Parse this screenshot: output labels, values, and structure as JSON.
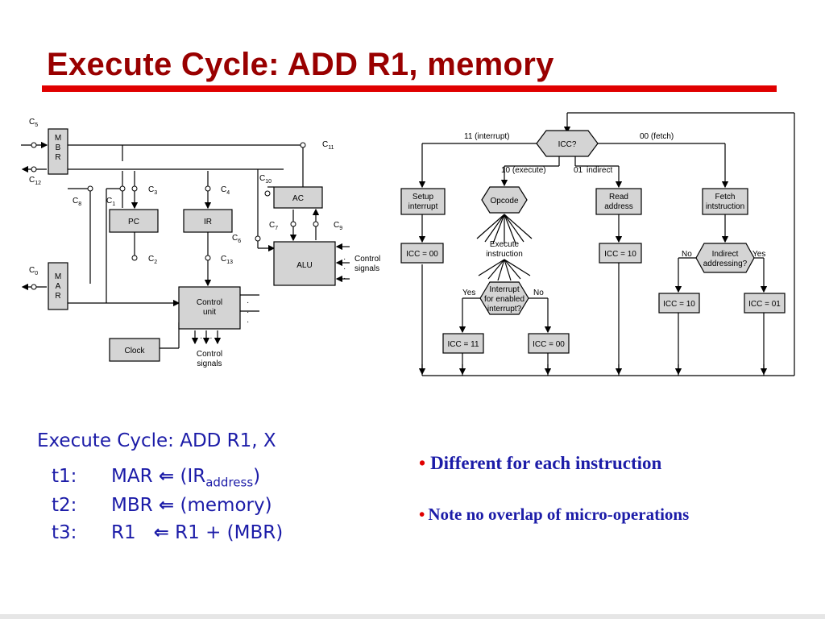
{
  "slide": {
    "title": "Execute Cycle: ADD R1, memory",
    "cycle_heading": "Execute Cycle: ADD R1, X",
    "steps": [
      {
        "t": "t1:",
        "reg": "MAR",
        "arrow": "⇐",
        "operand": "(IR",
        "sub": "address",
        "close": ")"
      },
      {
        "t": "t2:",
        "reg": "MBR",
        "arrow": "⇐",
        "operand": "(memory)"
      },
      {
        "t": "t3:",
        "reg": "R1",
        "arrow": "⇐",
        "operand": "R1 + (MBR)"
      }
    ],
    "bullets": [
      "Different for each instruction",
      "Note no overlap of micro-operations"
    ]
  },
  "cpu_diagram": {
    "blocks": {
      "mbr": [
        "M",
        "B",
        "R"
      ],
      "mar": [
        "M",
        "A",
        "R"
      ],
      "pc": "PC",
      "ir": "IR",
      "ac": "AC",
      "alu": "ALU",
      "control_unit": [
        "Control",
        "unit"
      ],
      "clock": "Clock"
    },
    "control_signals_right": [
      "Control",
      "signals"
    ],
    "control_signals_bottom": [
      "Control",
      "signals"
    ],
    "signals": {
      "c0": "0",
      "c1": "1",
      "c2": "2",
      "c3": "3",
      "c4": "4",
      "c5": "5",
      "c6": "6",
      "c7": "7",
      "c8": "8",
      "c9": "9",
      "c10": "10",
      "c11": "11",
      "c12": "12",
      "c13": "13"
    }
  },
  "flow_diagram": {
    "icc_decision": "ICC?",
    "branch_interrupt": "11 (interrupt)",
    "branch_fetch": "00 (fetch)",
    "branch_execute": "10 (execute)",
    "branch_indirect_code": "01",
    "branch_indirect": "indirect",
    "setup_interrupt": [
      "Setup",
      "interrupt"
    ],
    "opcode": "Opcode",
    "execute_instruction": [
      "Execute",
      "instruction"
    ],
    "read_address": [
      "Read",
      "address"
    ],
    "fetch_instruction": [
      "Fetch",
      "intstruction"
    ],
    "icc_00_a": "ICC = 00",
    "icc_10_a": "ICC = 10",
    "indirect_decision": [
      "Indirect",
      "addressing?"
    ],
    "label_no_right": "No",
    "label_yes_right": "Yes",
    "interrupt_decision": [
      "Interrupt",
      "for enabled",
      "interrupt?"
    ],
    "label_yes_left": "Yes",
    "label_no_left": "No",
    "icc_11": "ICC = 11",
    "icc_00_b": "ICC = 00",
    "icc_10_b": "ICC = 10",
    "icc_01": "ICC = 01"
  }
}
